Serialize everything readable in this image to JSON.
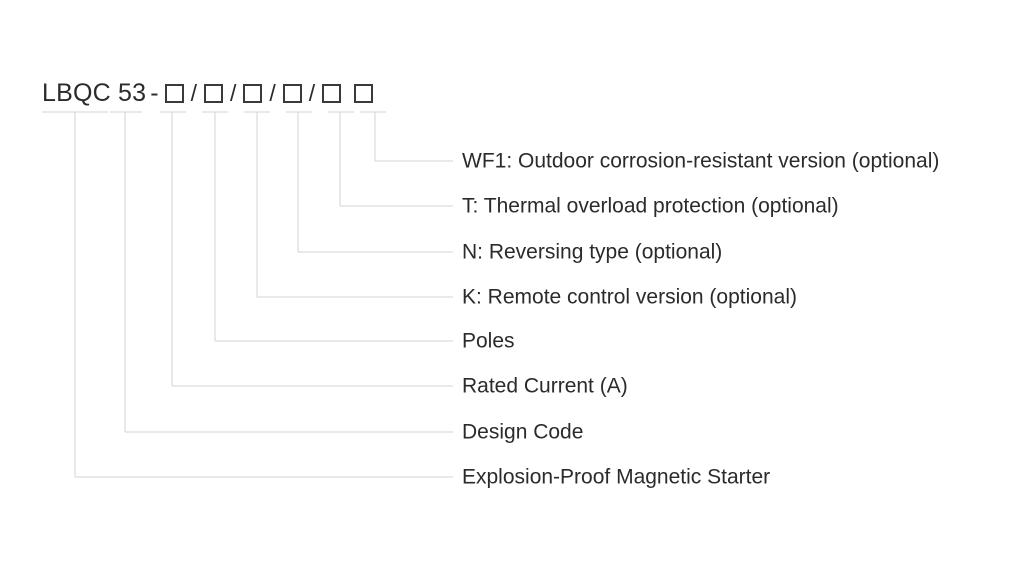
{
  "diagram": {
    "type": "model-designation-breakdown",
    "product_code": {
      "prefix": "LBQC 53",
      "dash": "-",
      "separator": "/",
      "segments": [
        {
          "id": "prefix-lbqc",
          "text": "LBQC",
          "kind": "text"
        },
        {
          "id": "prefix-53",
          "text": "53",
          "kind": "text"
        },
        {
          "id": "box-1",
          "text": "",
          "kind": "box"
        },
        {
          "id": "box-2",
          "text": "",
          "kind": "box"
        },
        {
          "id": "box-3",
          "text": "",
          "kind": "box"
        },
        {
          "id": "box-4",
          "text": "",
          "kind": "box"
        },
        {
          "id": "box-5",
          "text": "",
          "kind": "box"
        },
        {
          "id": "box-6",
          "text": "",
          "kind": "box"
        }
      ]
    },
    "callouts": [
      {
        "id": "callout-wf1",
        "label": "WF1: Outdoor corrosion-resistant version (optional)"
      },
      {
        "id": "callout-thermal",
        "label": "T: Thermal overload protection (optional)"
      },
      {
        "id": "callout-reversing",
        "label": "N: Reversing type (optional)"
      },
      {
        "id": "callout-remote",
        "label": "K: Remote control version (optional)"
      },
      {
        "id": "callout-poles",
        "label": "Poles"
      },
      {
        "id": "callout-current",
        "label": "Rated Current (A)"
      },
      {
        "id": "callout-design",
        "label": "Design Code"
      },
      {
        "id": "callout-product",
        "label": "Explosion-Proof Magnetic Starter"
      }
    ],
    "colors": {
      "text": "#2b2b2b",
      "box_stroke": "#3a3a3a",
      "leader_line": "#d3d3d3",
      "background": "#ffffff"
    }
  }
}
